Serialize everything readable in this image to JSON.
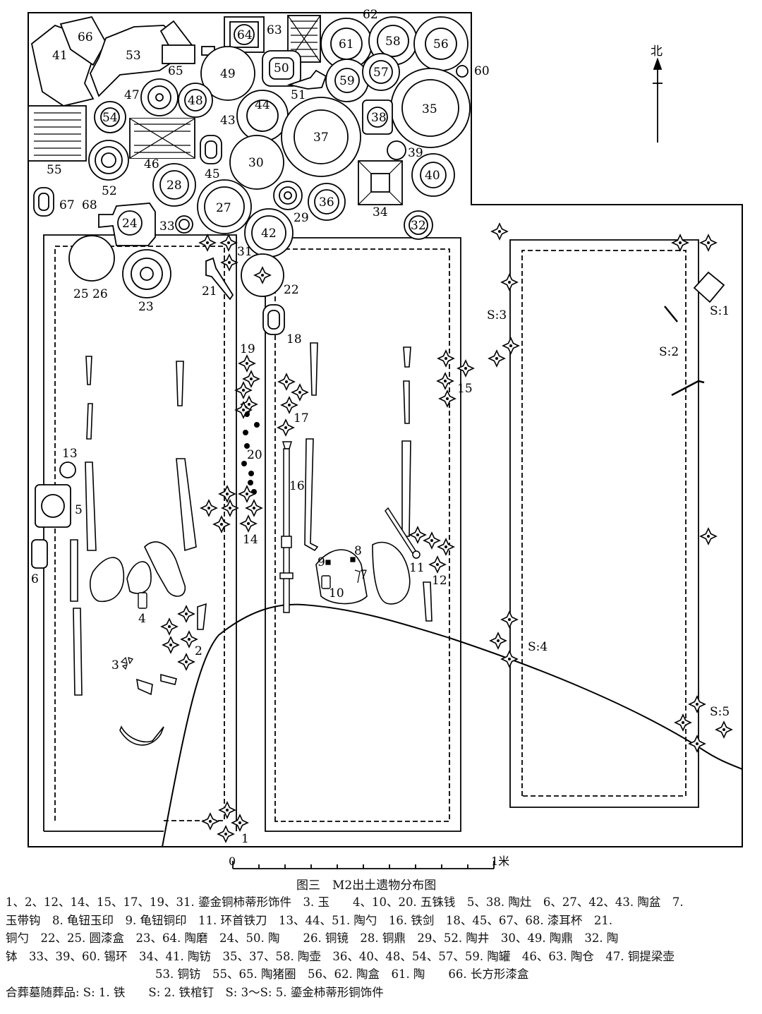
{
  "figure": {
    "caption": "图三　M2出土遗物分布图",
    "north": "北",
    "scale_start": "0",
    "scale_end": "1米",
    "legend_lines": [
      "1、2、12、14、15、17、19、31. 鎏金铜柿蒂形饰件　3. 玉　　4、10、20. 五铢钱　5、38. 陶灶　6、27、42、43. 陶盆　7.",
      "玉带钩　8. 龟钮玉印　9. 龟钮铜印　11. 环首铁刀　13、44、51. 陶勺　16. 铁剑　18、45、67、68. 漆耳杯　21.",
      "铜勺　22、25. 圆漆盒　23、64. 陶磨　24、50. 陶　　26. 铜镜　28. 铜鼎　29、52. 陶井　30、49. 陶鼎　32. 陶",
      "钵　33、39、60. 锡环　34、41. 陶钫　35、37、58. 陶壶　36、40、48、54、57、59. 陶罐　46、63. 陶仓　47. 铜提梁壶",
      "53. 铜钫　55、65. 陶猪圈　56、62. 陶盒　61. 陶　　66. 长方形漆盒",
      "合葬墓随葬品: S: 1. 铁　　S: 2. 铁棺钉　S: 3～S: 5. 鎏金柿蒂形铜饰件"
    ]
  },
  "labels": {
    "l41": "41",
    "l66": "66",
    "l53": "53",
    "l64": "64",
    "l63": "63",
    "l62": "62",
    "l61": "61",
    "l58": "58",
    "l56": "56",
    "l60": "60",
    "l65": "65",
    "l49": "49",
    "l50": "50",
    "l59": "59",
    "l57": "57",
    "l51": "51",
    "l47": "47",
    "l48": "48",
    "l44": "44",
    "l43": "43",
    "l38": "38",
    "l35": "35",
    "l54": "54",
    "l37": "37",
    "l46": "46",
    "l45": "45",
    "l30": "30",
    "l39": "39",
    "l40": "40",
    "l55": "55",
    "l52": "52",
    "l28": "28",
    "l27": "27",
    "l29": "29",
    "l36": "36",
    "l34": "34",
    "l67": "67",
    "l68": "68",
    "l24": "24",
    "l33": "33",
    "l42": "42",
    "l32": "32",
    "l31": "31",
    "l25": "25 26",
    "l23": "23",
    "l21": "21",
    "l22": "22",
    "l18": "18",
    "l19": "19",
    "l17": "17",
    "l15": "15",
    "l20": "20",
    "l16": "16",
    "l13": "13",
    "l5": "5",
    "l6": "6",
    "l14": "14",
    "l8": "8",
    "l9": "9",
    "l7": "7",
    "l10": "10",
    "l11": "11",
    "l12": "12",
    "l4": "4",
    "l3": "3",
    "l2": "2",
    "l1": "1",
    "s1": "S:1",
    "s2": "S:2",
    "s3": "S:3",
    "s4": "S:4",
    "s5": "S:5"
  }
}
